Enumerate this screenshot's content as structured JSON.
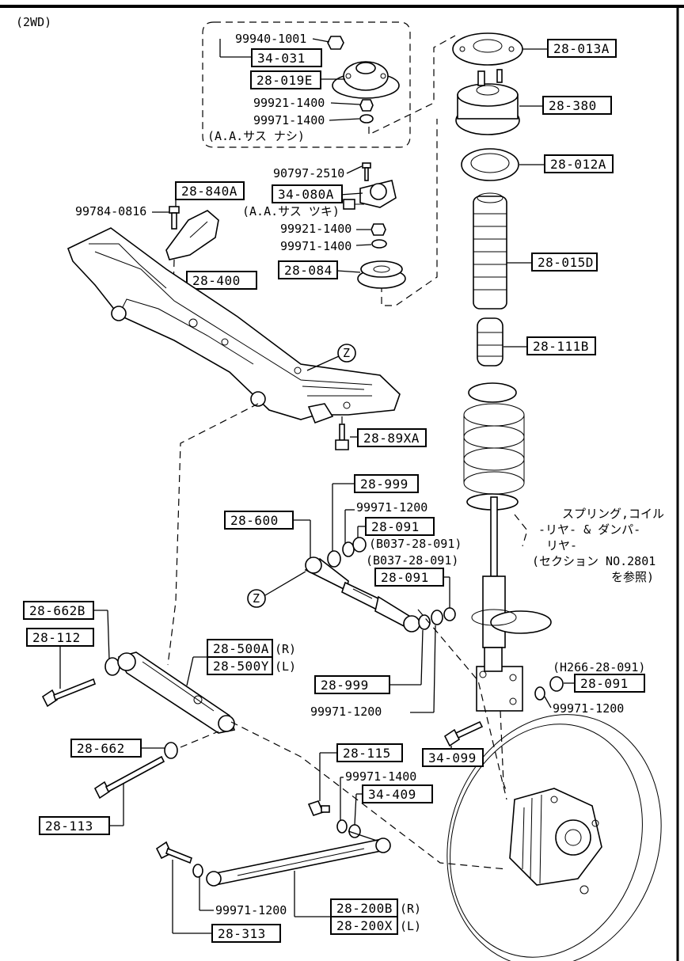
{
  "header": {
    "variant": "(2WD)"
  },
  "parts": {
    "p28_013A": "28-013A",
    "p28_380": "28-380",
    "p28_012A": "28-012A",
    "p28_015D": "28-015D",
    "p28_111B": "28-111B",
    "p34_031": "34-031",
    "p28_019E": "28-019E",
    "p34_080A": "34-080A",
    "p28_840A": "28-840A",
    "p28_084": "28-084",
    "p28_400": "28-400",
    "p28_89XA": "28-89XA",
    "p28_999a": "28-999",
    "p28_091a": "28-091",
    "p28_600": "28-600",
    "p28_091b": "28-091",
    "p28_662B": "28-662B",
    "p28_112": "28-112",
    "p28_500A": "28-500A",
    "p28_500Y": "28-500Y",
    "p28_999b": "28-999",
    "p28_091c": "28-091",
    "p34_099": "34-099",
    "p28_662": "28-662",
    "p28_115": "28-115",
    "p34_409": "34-409",
    "p28_113": "28-113",
    "p28_200B": "28-200B",
    "p28_200X": "28-200X",
    "p28_313": "28-313"
  },
  "side_marks": {
    "r500": "(R)",
    "l500": "(L)",
    "r200": "(R)",
    "l200": "(L)"
  },
  "numbers": {
    "n99940": "99940-1001",
    "n99921a": "99921-1400",
    "n99971a": "99971-1400",
    "aa_nashi": "(A.A.サス ナシ)",
    "n90797": "90797-2510",
    "aa_tsuki": "(A.A.サス ツキ)",
    "n99784": "99784-0816",
    "n99921b": "99921-1400",
    "n99971b": "99971-1400",
    "n99971c": "99971-1200",
    "b037a": "(B037-28-091)",
    "b037b": "(B037-28-091)",
    "n99971d": "99971-1200",
    "h266": "(H266-28-091)",
    "n99971e": "99971-1200",
    "n99971f": "99971-1400",
    "n99971g": "99971-1200"
  },
  "note": {
    "line1": "スプリング,コイル",
    "line2": "-リヤ- & ダンパ-",
    "line3": "リヤ-",
    "line4": "(セクション NO.2801",
    "line5": "を参照)"
  },
  "zone_marker": "Z"
}
